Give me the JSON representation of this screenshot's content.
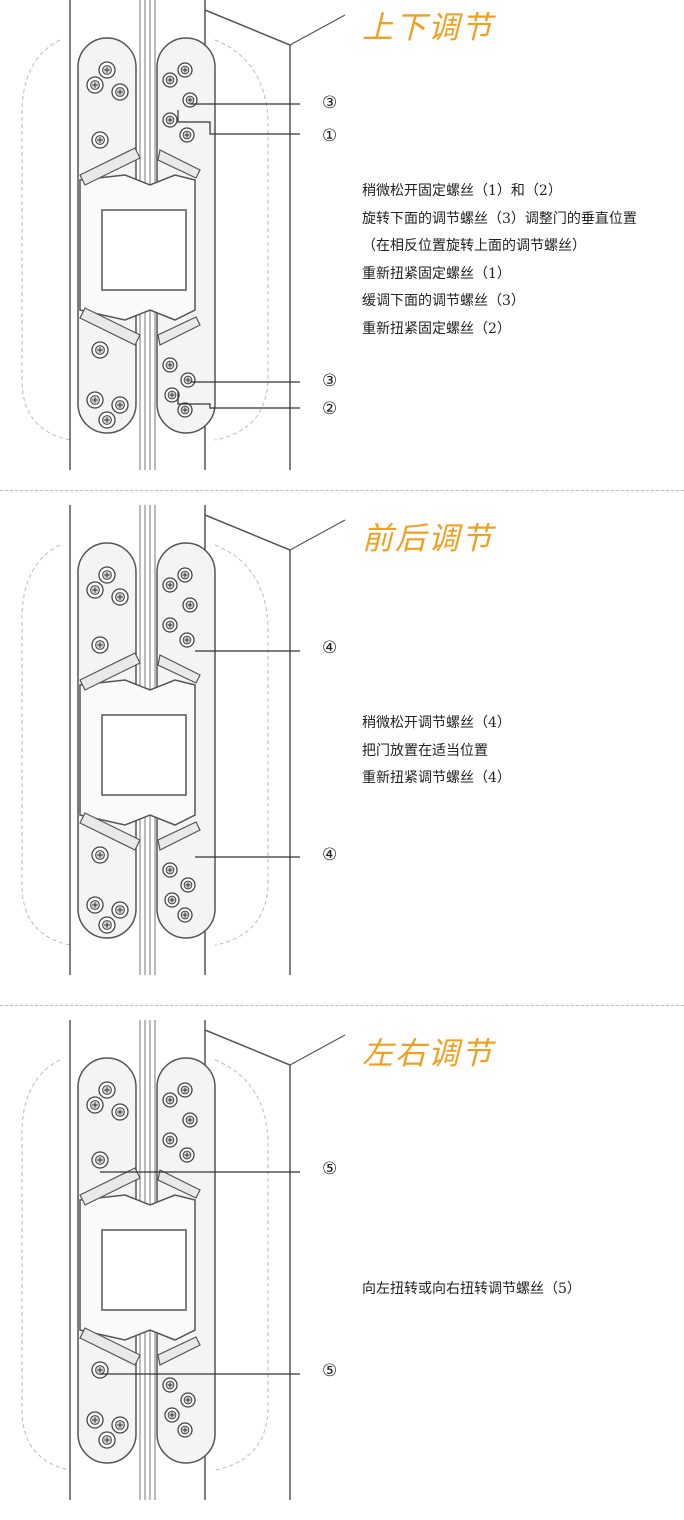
{
  "sections": [
    {
      "title": "上下调节",
      "callouts": [
        "③",
        "①",
        "③",
        "②"
      ],
      "steps": [
        "稍微松开固定螺丝（1）和（2）",
        "旋转下面的调节螺丝（3）调整门的垂直位置",
        "（在相反位置旋转上面的调节螺丝）",
        "重新扭紧固定螺丝（1）",
        "缓调下面的调节螺丝（3）",
        "重新扭紧固定螺丝（2）"
      ]
    },
    {
      "title": "前后调节",
      "callouts": [
        "④",
        "④"
      ],
      "steps": [
        "稍微松开调节螺丝（4）",
        "把门放置在适当位置",
        "重新扭紧调节螺丝（4）"
      ]
    },
    {
      "title": "左右调节",
      "callouts": [
        "⑤",
        "⑤"
      ],
      "steps": [
        "向左扭转或向右扭转调节螺丝（5）"
      ]
    }
  ]
}
